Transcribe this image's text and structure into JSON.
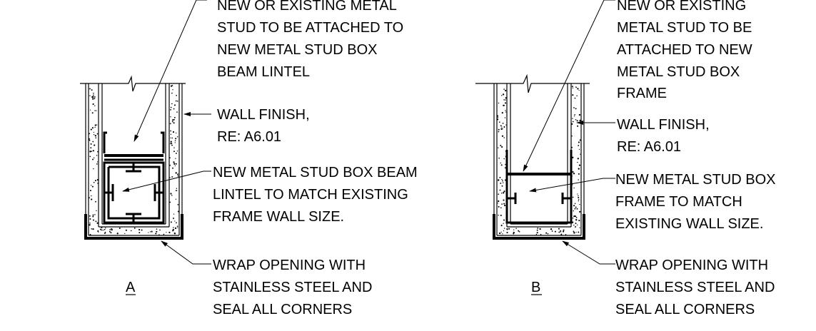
{
  "detail_a": {
    "label": "A",
    "notes": {
      "stud": [
        "NEW OR EXISTING METAL",
        "STUD TO BE ATTACHED TO",
        "NEW METAL STUD BOX",
        "BEAM LINTEL"
      ],
      "finish": [
        "WALL FINISH,",
        "RE: A6.01"
      ],
      "box": [
        "NEW METAL STUD BOX BEAM",
        "LINTEL TO MATCH EXISTING",
        "FRAME WALL SIZE."
      ],
      "wrap": [
        "WRAP OPENING WITH",
        "STAINLESS STEEL AND",
        "SEAL ALL CORNERS"
      ]
    }
  },
  "detail_b": {
    "label": "B",
    "notes": {
      "stud": [
        "NEW OR EXISTING",
        "METAL STUD TO BE",
        "ATTACHED TO NEW",
        "METAL STUD BOX",
        "FRAME"
      ],
      "finish": [
        "WALL FINISH,",
        "RE: A6.01"
      ],
      "box": [
        "NEW METAL STUD BOX",
        "FRAME TO MATCH",
        "EXISTING WALL SIZE."
      ],
      "wrap": [
        "WRAP OPENING WITH",
        "STAINLESS STEEL AND",
        "SEAL ALL CORNERS"
      ]
    }
  }
}
